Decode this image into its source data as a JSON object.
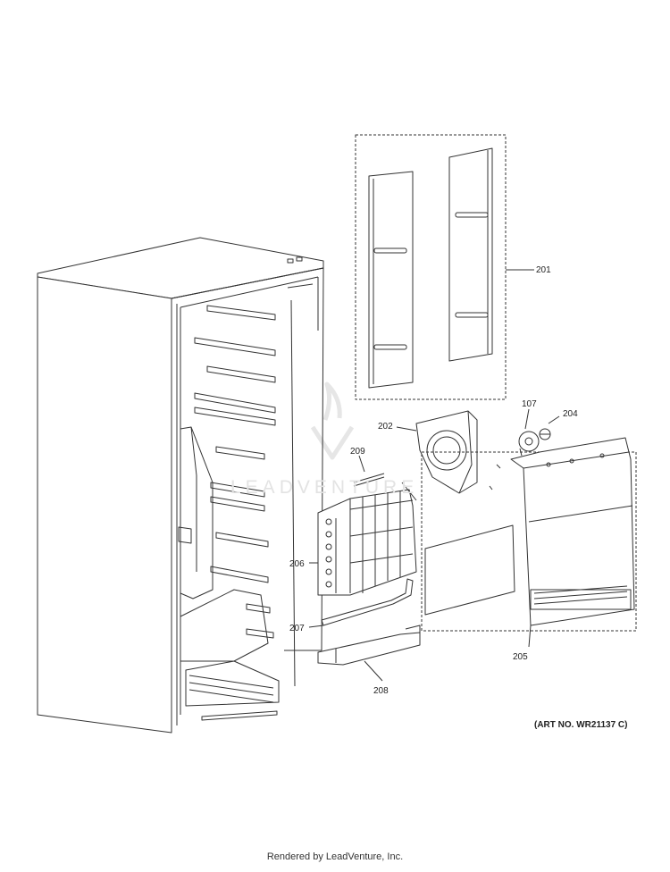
{
  "diagram": {
    "callouts": [
      {
        "id": "c201",
        "label": "201"
      },
      {
        "id": "c107",
        "label": "107"
      },
      {
        "id": "c204",
        "label": "204"
      },
      {
        "id": "c202",
        "label": "202"
      },
      {
        "id": "c209",
        "label": "209"
      },
      {
        "id": "c206",
        "label": "206"
      },
      {
        "id": "c207",
        "label": "207"
      },
      {
        "id": "c205",
        "label": "205"
      },
      {
        "id": "c208",
        "label": "208"
      }
    ],
    "art_number": "(ART NO. WR21137 C)",
    "watermark": "LEADVENTURE"
  },
  "footer": {
    "text": "Rendered by LeadVenture, Inc."
  },
  "colors": {
    "line": "#333333",
    "panel": "#ffffff",
    "watermark": "#e3e3e3"
  }
}
